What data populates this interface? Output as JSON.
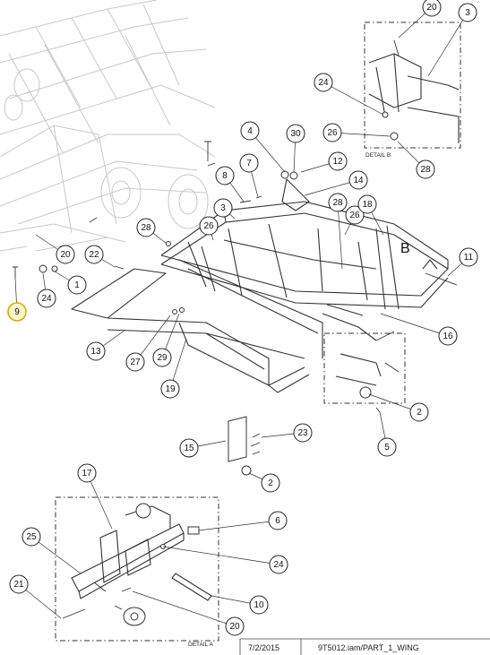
{
  "title_block": {
    "date": "7/2/2015",
    "file": "9T5012.iam/PART_1_WING"
  },
  "detail_labels": {
    "detail_a": "DETAIL A",
    "detail_b": "DETAIL B",
    "view_letter": "B"
  },
  "balloons": [
    {
      "id": "20"
    },
    {
      "id": "3"
    },
    {
      "id": "24"
    },
    {
      "id": "26"
    },
    {
      "id": "28"
    },
    {
      "id": "4"
    },
    {
      "id": "30"
    },
    {
      "id": "12"
    },
    {
      "id": "8"
    },
    {
      "id": "7"
    },
    {
      "id": "14"
    },
    {
      "id": "3"
    },
    {
      "id": "28"
    },
    {
      "id": "26"
    },
    {
      "id": "18"
    },
    {
      "id": "28"
    },
    {
      "id": "26"
    },
    {
      "id": "11"
    },
    {
      "id": "20"
    },
    {
      "id": "22"
    },
    {
      "id": "24"
    },
    {
      "id": "1"
    },
    {
      "id": "9",
      "highlight": true
    },
    {
      "id": "13"
    },
    {
      "id": "27"
    },
    {
      "id": "29"
    },
    {
      "id": "19"
    },
    {
      "id": "16"
    },
    {
      "id": "2"
    },
    {
      "id": "5"
    },
    {
      "id": "23"
    },
    {
      "id": "15"
    },
    {
      "id": "2"
    },
    {
      "id": "17"
    },
    {
      "id": "6"
    },
    {
      "id": "25"
    },
    {
      "id": "24"
    },
    {
      "id": "21"
    },
    {
      "id": "10"
    },
    {
      "id": "20"
    }
  ]
}
